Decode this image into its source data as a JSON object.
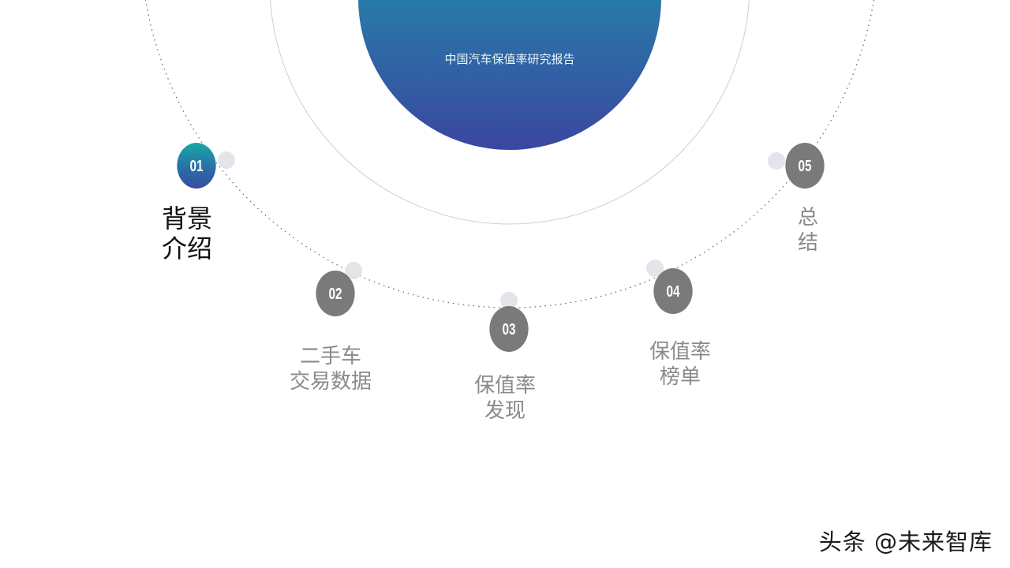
{
  "slide": {
    "title": "中国汽车保值率研究报告",
    "colors": {
      "gradient_top": "#0db3a8",
      "gradient_bottom": "#3b46a0",
      "node_gray": "#7a7a7a",
      "dot_light": "#e4e5ea",
      "ring_gray": "#cccccc"
    }
  },
  "agenda": [
    {
      "number": "01",
      "line1": "背景",
      "line2": "介绍",
      "active": true
    },
    {
      "number": "02",
      "line1": "二手车",
      "line2": "交易数据",
      "active": false
    },
    {
      "number": "03",
      "line1": "保值率",
      "line2": "发现",
      "active": false
    },
    {
      "number": "04",
      "line1": "保值率",
      "line2": "榜单",
      "active": false
    },
    {
      "number": "05",
      "line1": "总",
      "line2": "结",
      "active": false
    }
  ],
  "watermark": "头条 @未来智库"
}
